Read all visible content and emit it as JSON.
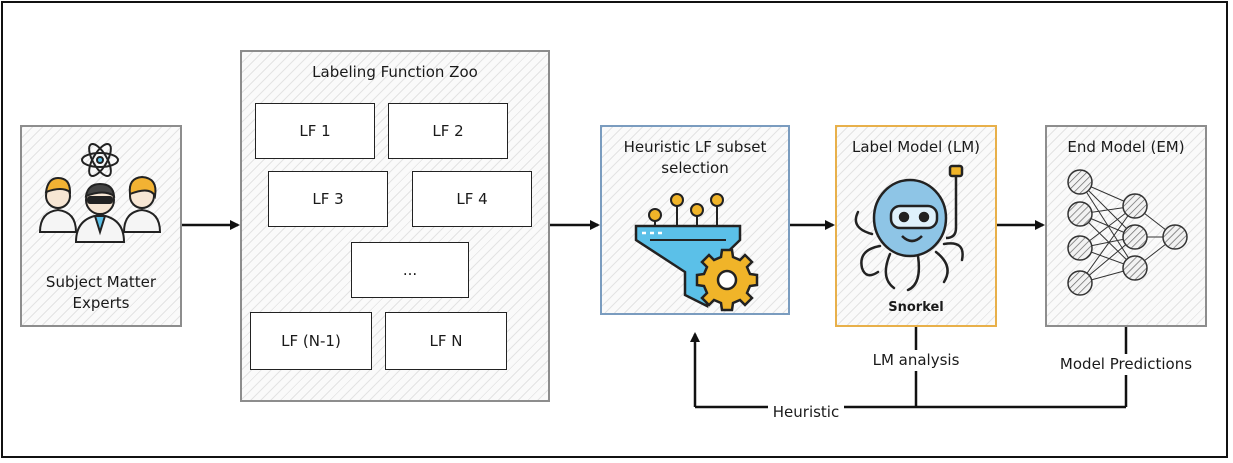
{
  "experts": {
    "label": "Subject Matter Experts"
  },
  "zoo": {
    "title": "Labeling Function Zoo",
    "lfs": [
      "LF 1",
      "LF 2",
      "LF 3",
      "LF 4",
      "...",
      "LF (N-1)",
      "LF N"
    ]
  },
  "selection": {
    "title": "Heuristic LF subset selection"
  },
  "label_model": {
    "title": "Label Model (LM)",
    "logo_text": "Snorkel",
    "analysis": "LM analysis"
  },
  "end_model": {
    "title": "End Model (EM)",
    "predictions": "Model Predictions"
  },
  "feedback": {
    "label": "Heuristic"
  },
  "colors": {
    "selection_border": "#7a9cbf",
    "label_model_border": "#e8b04a",
    "funnel_blue": "#5bc0e8",
    "gear_orange": "#f0b429",
    "octopus_blue": "#8ec5e6",
    "expert_hair": "#f2b233"
  }
}
